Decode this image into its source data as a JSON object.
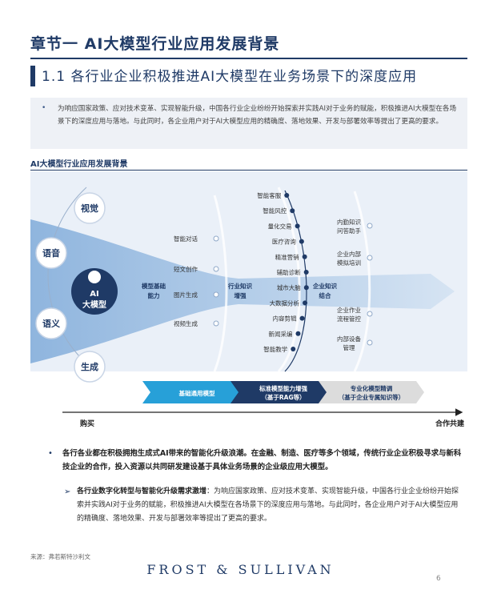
{
  "header": {
    "chapter_title": "章节一 AI大模型行业应用发展背景",
    "section_title": "1.1 各行业企业积极推进AI大模型在业务场景下的深度应用"
  },
  "intro": {
    "bullet": "•",
    "text": "为响应国家政策、应对技术变革、实现智能升级，中国各行业企业纷纷开始探索并实践AI对于业务的赋能，积极推进AI大模型在各场景下的深度应用与落地。与此同时，各企业用户对于AI大模型应用的精确度、落地效果、开发与部署效率等提出了更高的要求。"
  },
  "figure": {
    "title": "AI大模型行业应用发展背景",
    "inputs": [
      "视觉",
      "语音",
      "语义",
      "生成"
    ],
    "core_line1": "AI",
    "core_line2": "大模型",
    "stages": {
      "stage1": [
        "模型基础",
        "能力"
      ],
      "stage2": [
        "行业知识",
        "增强"
      ],
      "stage3": [
        "企业知识",
        "结合"
      ]
    },
    "col1_items": [
      "智能对话",
      "短文创作",
      "图片生成",
      "视频生成"
    ],
    "col2_items": [
      "智能客服",
      "智能风控",
      "量化交易",
      "医疗咨询",
      "精准营销",
      "辅助诊断",
      "城市大脑",
      "大数据分析",
      "内容剪辑",
      "新闻采编",
      "智能教学"
    ],
    "col3_items": [
      [
        "内勤知识",
        "问答助手"
      ],
      [
        "企业内部",
        "模拟培训"
      ],
      [
        "企业作业",
        "流程管控"
      ],
      [
        "内部设备",
        "管理"
      ]
    ],
    "bar_labels": {
      "bar1": "基础通用模型",
      "bar2_line1": "标准模型能力增强",
      "bar2_line2": "（基于RAG等）",
      "bar3_line1": "专业化模型精调",
      "bar3_line2": "（基于企业专属知识等）"
    },
    "axis_left": "购买",
    "axis_right": "合作共建"
  },
  "main_point": {
    "bullet": "•",
    "text": "各行各业都在积极拥抱生成式AI带来的智能化升级浪潮。在金融、制造、医疗等多个领域，传统行业企业积极寻求与新科技企业的合作，投入资源以共同研发建设基于具体业务场景的企业级应用大模型。"
  },
  "sub_point": {
    "arrow": "➢",
    "heading": "各行业数字化转型与智能化升级需求激增",
    "text": "：为响应国家政策、应对技术变革、实现智能升级，中国各行业企业纷纷开始探索并实践AI对于业务的赋能，积极推进AI大模型在各场景下的深度应用与落地。与此同时，各企业用户对于AI大模型应用的精确度、落地效果、开发与部署效率等提出了更高的要求。"
  },
  "footer": {
    "source": "来源：弗若斯特沙利文",
    "logo": "FROST & SULLIVAN",
    "page": "6"
  },
  "colors": {
    "navy": "#1f3a66",
    "light_blue": "#c9daf0",
    "teal_bar": "#27a0d8",
    "dark_bar": "#1f3a66",
    "gray_bar": "#dcdcdc"
  }
}
